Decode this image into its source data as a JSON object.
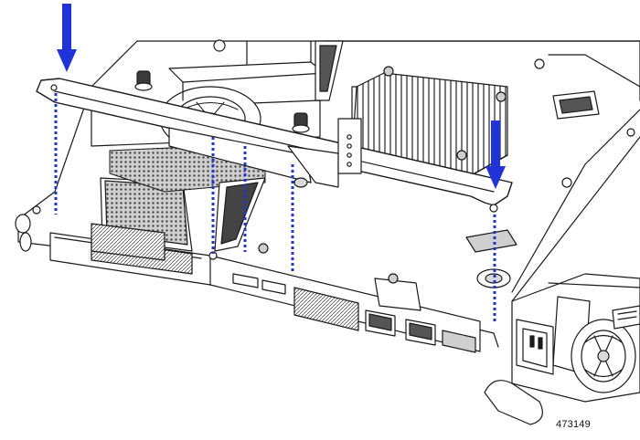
{
  "figure": {
    "id_label": "473149"
  },
  "colors": {
    "line": "#1a1a1a",
    "fill": "#ffffff",
    "shade": "#d9d9d9",
    "dark_shade": "#9a9a9a",
    "arrow": "#1f33d6",
    "guide": "#1f33d6"
  },
  "arrows": [
    {
      "name": "left-down-arrow",
      "direction": "down"
    },
    {
      "name": "right-down-arrow",
      "direction": "down"
    }
  ],
  "guides": [
    {
      "name": "guide-line-left-bracket",
      "style": "dotted"
    },
    {
      "name": "guide-line-center-1",
      "style": "dotted"
    },
    {
      "name": "guide-line-center-2",
      "style": "dotted"
    },
    {
      "name": "guide-line-center-3",
      "style": "dotted"
    },
    {
      "name": "guide-line-right-bracket",
      "style": "dotted"
    }
  ],
  "icons": [
    "down-arrow-icon",
    "thumbscrew-icon",
    "heatsink-icon",
    "fan-icon",
    "rj45-port-icon",
    "usb-port-icon",
    "vga-port-icon",
    "power-socket-icon"
  ]
}
